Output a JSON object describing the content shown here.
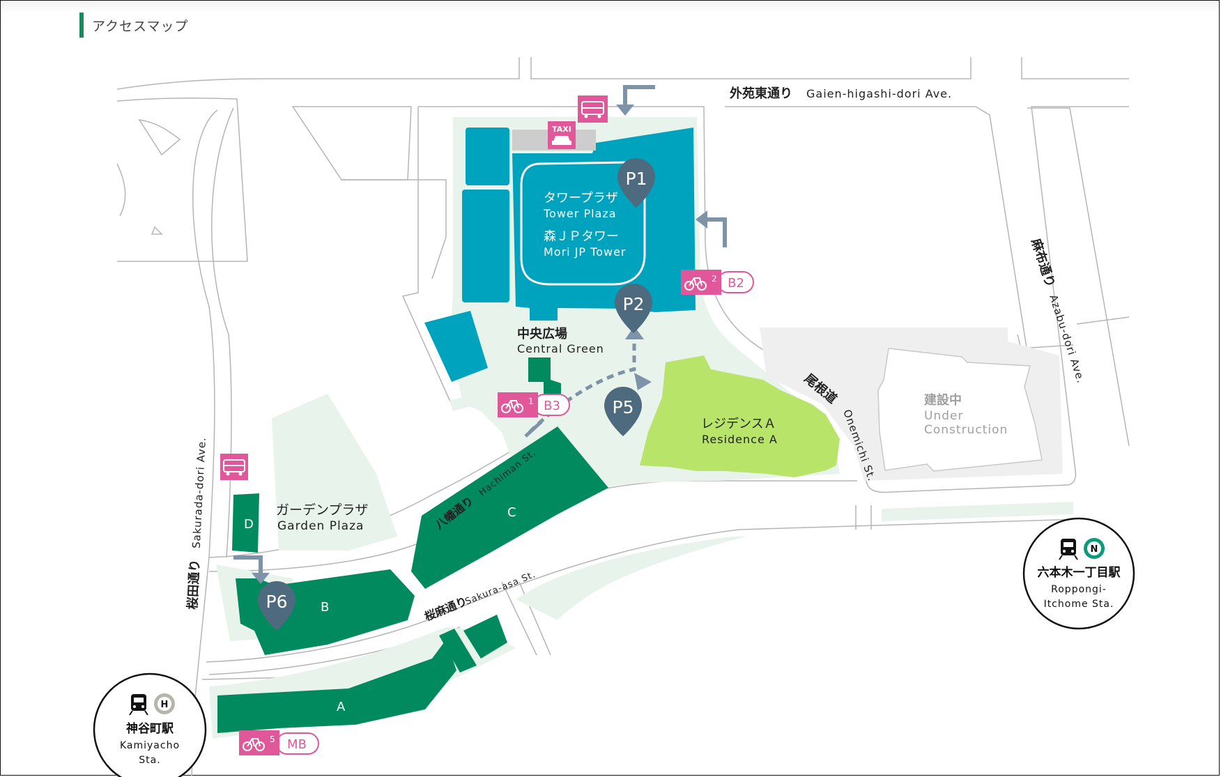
{
  "section": {
    "title": "アクセスマップ"
  },
  "colors": {
    "tower": "#00a3bd",
    "building": "#008a5e",
    "residence": "#b8e46a",
    "park": "#e8f3ec",
    "road": "#aaaaaa",
    "marker": "#4d6a7e",
    "pink": "#e0589a",
    "construction": "#efefef"
  },
  "roads": {
    "gaien": {
      "jp": "外苑東通り",
      "en": "Gaien-higashi-dori Ave."
    },
    "azabu": {
      "jp": "麻布通り",
      "en": "Azabu-dori Ave."
    },
    "onemichi": {
      "jp": "尾根道",
      "en": "Onemichi St."
    },
    "hachiman": {
      "jp": "八幡通り",
      "en": "Hachiman St."
    },
    "sakuraasa": {
      "jp": "桜麻通り",
      "en": "Sakura-asa St."
    },
    "sakurada": {
      "jp": "桜田通り",
      "en": "Sakurada-dori Ave."
    }
  },
  "places": {
    "tower_plaza": {
      "jp": "タワープラザ",
      "en": "Tower Plaza"
    },
    "mori_tower": {
      "jp": "森ＪＰタワー",
      "en": "Mori JP Tower"
    },
    "central_green": {
      "jp": "中央広場",
      "en": "Central Green"
    },
    "residence_a": {
      "jp": "レジデンスＡ",
      "en": "Residence A"
    },
    "garden_plaza": {
      "jp": "ガーデンプラザ",
      "en": "Garden Plaza"
    },
    "construction": {
      "jp": "建設中",
      "en1": "Under",
      "en2": "Construction"
    },
    "bldg_a": "A",
    "bldg_b": "B",
    "bldg_c": "C",
    "bldg_d": "D"
  },
  "parking": {
    "p1": "P1",
    "p2": "P2",
    "p5": "P5",
    "p6": "P6"
  },
  "bike": {
    "b1_num": "1",
    "b1_label": "B3",
    "b2_num": "2",
    "b2_label": "B2",
    "b5_num": "5",
    "b5_label": "MB"
  },
  "taxi": "TAXI",
  "stations": {
    "roppongi": {
      "jp": "六本木一丁目駅",
      "en1": "Roppongi-",
      "en2": "Itchome Sta.",
      "line": "N"
    },
    "kamiyacho": {
      "jp": "神谷町駅",
      "en1": "Kamiyacho",
      "en2": "Sta.",
      "line": "H"
    }
  }
}
